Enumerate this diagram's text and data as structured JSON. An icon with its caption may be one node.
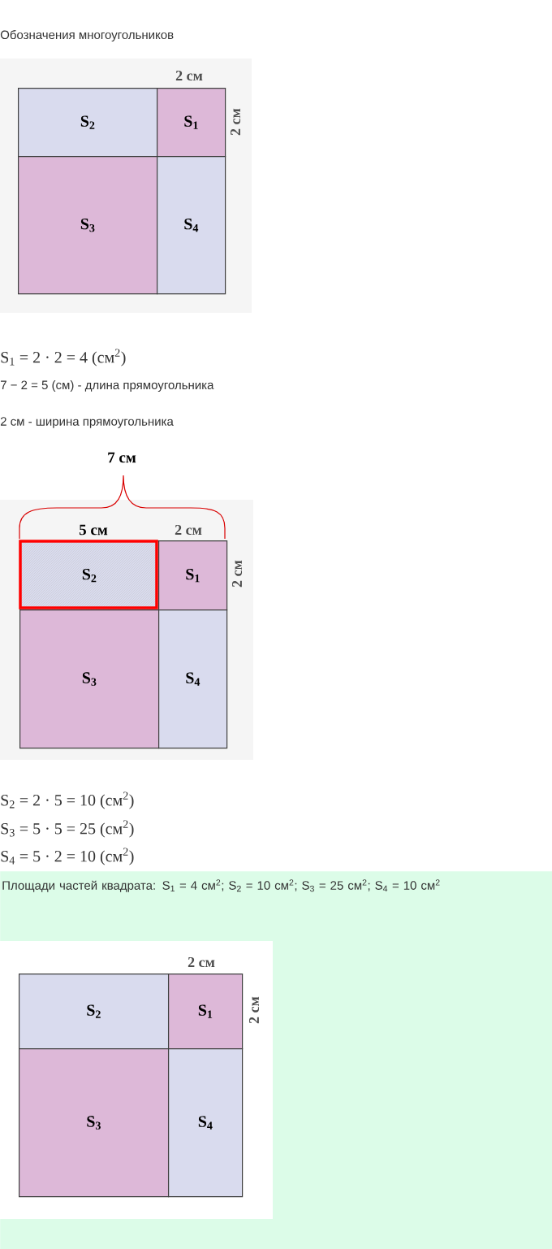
{
  "diagram": {
    "title": "Обозначения многоугольников",
    "nodes": [
      {
        "text": [
          "S$_{2}$"
        ]
      },
      {
        "text": [
          "S$_{1}$"
        ]
      },
      {
        "text": [
          "S$_{3}$"
        ]
      },
      {
        "text": [
          "S$_{4}$"
        ]
      },
      {
        "text": [
          "S$_{2}$"
        ]
      },
      {
        "text": [
          "S$_{1}$"
        ]
      },
      {
        "text": [
          "S$_{3}$"
        ]
      },
      {
        "text": [
          "S$_{4}$"
        ]
      },
      {
        "text": [
          "Площади частей квадрата: S$_{1}$ = 4 см$^{2}$; S$_{2}$ = 10 см$^{2}$; S$_{3}$ = 25 см$^{2}$; S$_{4}$ = 10 см$^{2}$"
        ]
      },
      {
        "text": [
          "S$_{2}$"
        ],
        "in": 8
      },
      {
        "text": [
          "S$_{1}$"
        ],
        "in": 8
      },
      {
        "text": [
          "S$_{3}$"
        ],
        "in": 8
      },
      {
        "text": [
          "S$_{4}$"
        ],
        "in": 8
      }
    ],
    "labels": [
      "2 см",
      "2 см",
      "S$_{1}$ = 2 · 2 = 4 (см$^{2}$)",
      "7 − 2 = 5 (см) - длина прямоугольника",
      "2 см - ширина прямоугольника",
      "7 см",
      "5 см",
      "2 см",
      "2 см",
      "S$_{2}$ = 2 · 5 = 10 (см$^{2}$)",
      "S$_{3}$ = 5 · 5 = 25 (см$^{2}$)",
      "S$_{4}$ = 5 · 2 = 10 (см$^{2}$)",
      "2 см",
      "2 см"
    ]
  }
}
